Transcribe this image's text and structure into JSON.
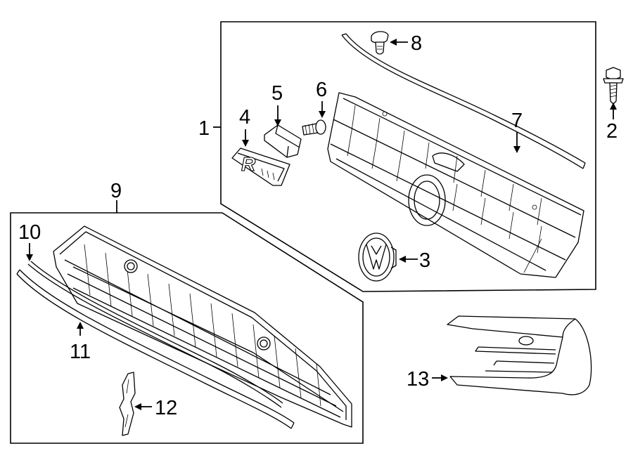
{
  "callouts": {
    "c1": "1",
    "c2": "2",
    "c3": "3",
    "c4": "4",
    "c5": "5",
    "c6": "6",
    "c7": "7",
    "c8": "8",
    "c9": "9",
    "c10": "10",
    "c11": "11",
    "c12": "12",
    "c13": "13"
  },
  "emblem_lettering": "R"
}
